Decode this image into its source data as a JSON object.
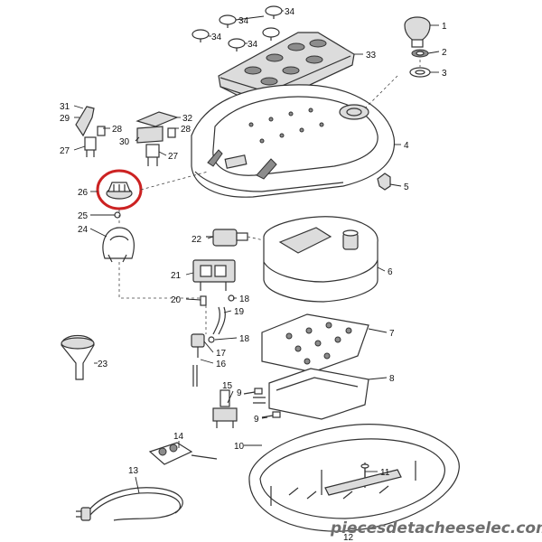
{
  "parts": [
    {
      "id": "p1",
      "label": "1"
    },
    {
      "id": "p2",
      "label": "2"
    },
    {
      "id": "p3",
      "label": "3"
    },
    {
      "id": "p4",
      "label": "4"
    },
    {
      "id": "p5",
      "label": "5"
    },
    {
      "id": "p6",
      "label": "6"
    },
    {
      "id": "p7",
      "label": "7"
    },
    {
      "id": "p8",
      "label": "8"
    },
    {
      "id": "p9a",
      "label": "9"
    },
    {
      "id": "p9b",
      "label": "9"
    },
    {
      "id": "p10",
      "label": "10"
    },
    {
      "id": "p11",
      "label": "11"
    },
    {
      "id": "p12",
      "label": "12"
    },
    {
      "id": "p13",
      "label": "13"
    },
    {
      "id": "p14",
      "label": "14"
    },
    {
      "id": "p15",
      "label": "15"
    },
    {
      "id": "p16",
      "label": "16"
    },
    {
      "id": "p17",
      "label": "17"
    },
    {
      "id": "p18a",
      "label": "18"
    },
    {
      "id": "p18b",
      "label": "18"
    },
    {
      "id": "p19",
      "label": "19"
    },
    {
      "id": "p20",
      "label": "20"
    },
    {
      "id": "p21",
      "label": "21"
    },
    {
      "id": "p22",
      "label": "22"
    },
    {
      "id": "p23",
      "label": "23"
    },
    {
      "id": "p24",
      "label": "24"
    },
    {
      "id": "p25",
      "label": "25"
    },
    {
      "id": "p26",
      "label": "26"
    },
    {
      "id": "p27a",
      "label": "27"
    },
    {
      "id": "p27b",
      "label": "27"
    },
    {
      "id": "p28a",
      "label": "28"
    },
    {
      "id": "p28b",
      "label": "28"
    },
    {
      "id": "p29",
      "label": "29"
    },
    {
      "id": "p30",
      "label": "30"
    },
    {
      "id": "p31",
      "label": "31"
    },
    {
      "id": "p32",
      "label": "32"
    },
    {
      "id": "p33",
      "label": "33"
    },
    {
      "id": "p34a",
      "label": "34"
    },
    {
      "id": "p34b",
      "label": "34"
    },
    {
      "id": "p34c",
      "label": "34"
    },
    {
      "id": "p34d",
      "label": "34"
    }
  ],
  "highlight": {
    "part": "26",
    "color": "#cc2222"
  },
  "watermark": {
    "text": "piecesdetacheeselec.com"
  },
  "colors": {
    "line": "#333333",
    "shade": "#dcdcdc",
    "dark": "#8c8c8c"
  }
}
